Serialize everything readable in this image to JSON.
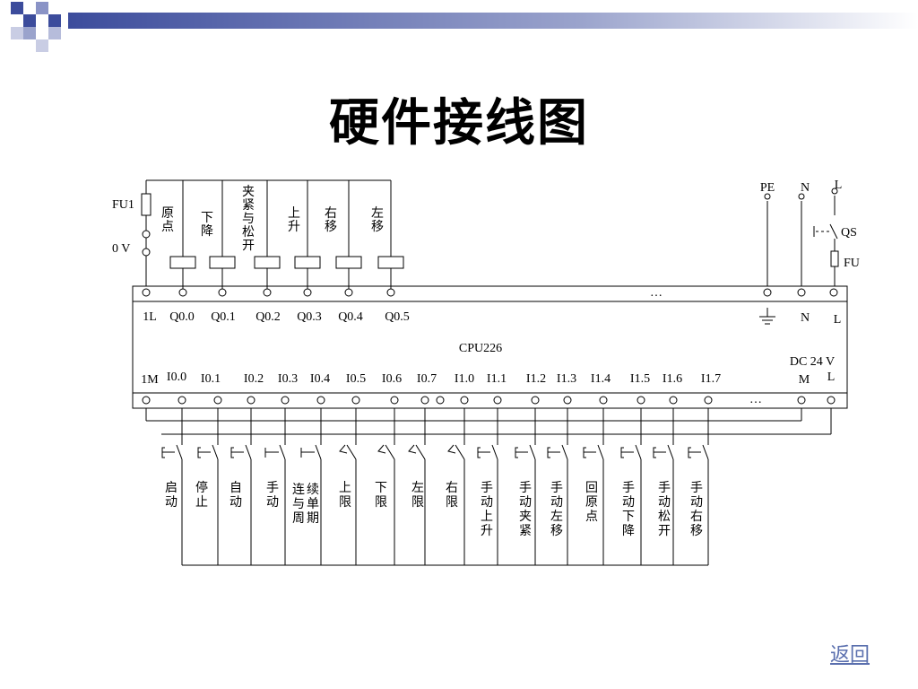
{
  "title": "硬件接线图",
  "back_link": "返回",
  "colors": {
    "accent": "#3c4c9c",
    "link": "#5a6fae",
    "ink": "#000000"
  },
  "plc": {
    "model": "CPU226",
    "ellipsis": "…",
    "top_terminals": [
      "1L",
      "Q0.0",
      "Q0.1",
      "Q0.2",
      "Q0.3",
      "Q0.4",
      "Q0.5"
    ],
    "top_right_terminals": [
      "N",
      "L"
    ],
    "bottom_terminals": [
      "1M",
      "I0.0",
      "I0.1",
      "I0.2",
      "I0.3",
      "I0.4",
      "I0.5",
      "I0.6",
      "I0.7",
      "I1.0",
      "I1.1",
      "I1.2",
      "I1.3",
      "I1.4",
      "I1.5",
      "I1.6",
      "I1.7"
    ],
    "power_label": "DC 24 V",
    "power_terminals": [
      "M",
      "L"
    ]
  },
  "supply": {
    "fuse": "FU1",
    "voltage": "0 V"
  },
  "outputs": [
    "原点",
    "下降",
    "夹紧与松开",
    "上升",
    "右移",
    "左移"
  ],
  "mains": {
    "pe": "PE",
    "n": "N",
    "l": "L",
    "switch": "QS",
    "fuse": "FU"
  },
  "inputs": [
    "启动",
    "停止",
    "自动",
    "手动",
    "连续与单周期",
    "上限",
    "下限",
    "左限",
    "右限",
    "手动上升",
    "手动夹紧",
    "手动左移",
    "回原点",
    "手动下降",
    "手动松开",
    "手动右移"
  ]
}
